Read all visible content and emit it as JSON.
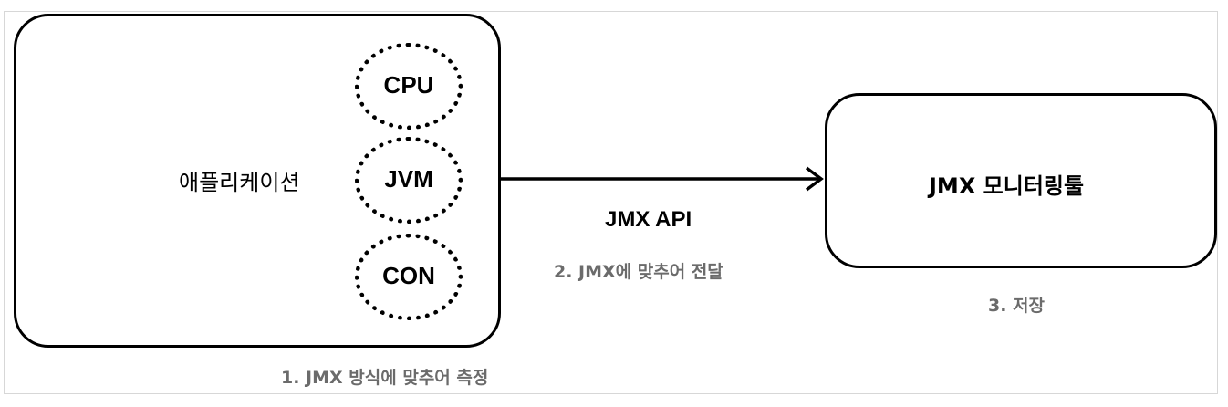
{
  "application": {
    "label": "애플리케이션",
    "metrics": [
      "CPU",
      "JVM",
      "CON"
    ]
  },
  "connector": {
    "label": "JMX API"
  },
  "tool": {
    "label": "JMX 모니터링툴"
  },
  "steps": {
    "step1": "1. JMX 방식에 맞추어 측정",
    "step2": "2. JMX에 맞추어 전달",
    "step3": "3. 저장"
  }
}
